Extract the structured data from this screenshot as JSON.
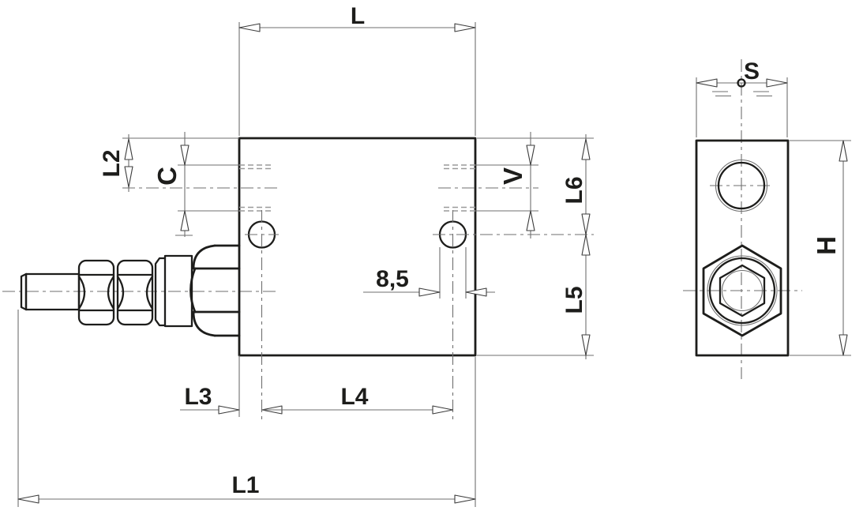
{
  "page": {
    "background": "#ffffff",
    "description": "Technical dimension drawing of a hydraulic valve block: front view with adjustment screw, locknuts and hex cartridge body, plus right side view"
  },
  "colors": {
    "outline": "#1d1d1b",
    "thin_line": "#6f6f6f",
    "hidden_line": "#9a9a9a",
    "arrow_fill": "#ffffff"
  },
  "dimensions": {
    "front_view": {
      "L": "L",
      "L1": "L1",
      "L2": "L2",
      "L3": "L3",
      "L4": "L4",
      "L5": "L5",
      "L6": "L6",
      "C": "C",
      "V": "V",
      "hole_diameter": "8,5"
    },
    "side_view": {
      "S": "S",
      "H": "H"
    }
  }
}
